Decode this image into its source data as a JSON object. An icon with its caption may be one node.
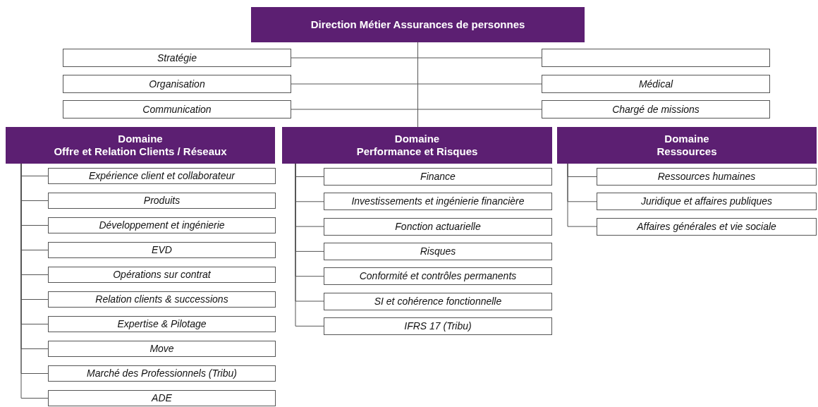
{
  "diagram": {
    "nodes": [
      {
        "text": [
          "Direction Métier Assurances de personnes"
        ]
      },
      {
        "text": [
          "Stratégie"
        ]
      },
      {
        "text": [],
        "shape": "box"
      },
      {
        "text": [
          "Organisation"
        ]
      },
      {
        "text": [
          "Médical"
        ]
      },
      {
        "text": [
          "Communication"
        ]
      },
      {
        "text": [
          "Chargé de missions"
        ]
      },
      {
        "text": [
          "Domaine",
          "Offre et Relation Clients / Réseaux"
        ]
      },
      {
        "text": [
          "Domaine",
          "Performance et Risques"
        ]
      },
      {
        "text": [
          "Domaine",
          "Ressources"
        ]
      },
      {
        "text": [
          "Expérience client et collaborateur"
        ]
      },
      {
        "text": [
          "Produits"
        ]
      },
      {
        "text": [
          "Développement et ingénierie"
        ]
      },
      {
        "text": [
          "EVD"
        ]
      },
      {
        "text": [
          "Opérations sur contrat"
        ]
      },
      {
        "text": [
          "Relation clients & successions"
        ]
      },
      {
        "text": [
          "Expertise & Pilotage"
        ]
      },
      {
        "text": [
          "Move"
        ]
      },
      {
        "text": [
          "Marché des Professionnels (Tribu)"
        ]
      },
      {
        "text": [
          "ADE"
        ]
      },
      {
        "text": [
          "Finance"
        ]
      },
      {
        "text": [
          "Investissements et ingénierie financière"
        ]
      },
      {
        "text": [
          "Fonction actuarielle"
        ]
      },
      {
        "text": [
          "Risques"
        ]
      },
      {
        "text": [
          "Conformité  et contrôles permanents"
        ]
      },
      {
        "text": [
          "SI et cohérence fonctionnelle"
        ]
      },
      {
        "text": [
          "IFRS 17 (Tribu)"
        ]
      },
      {
        "text": [
          "Ressources humaines"
        ]
      },
      {
        "text": [
          "Juridique et affaires publiques"
        ]
      },
      {
        "text": [
          "Affaires générales et vie sociale"
        ]
      }
    ],
    "edges": [
      {
        "from": 0,
        "to": 1,
        "arrow": "none"
      },
      {
        "from": 0,
        "to": 2,
        "arrow": "none"
      },
      {
        "from": 0,
        "to": 3,
        "arrow": "none"
      },
      {
        "from": 0,
        "to": 4,
        "arrow": "none"
      },
      {
        "from": 0,
        "to": 5,
        "arrow": "none"
      },
      {
        "from": 0,
        "to": 6,
        "arrow": "none"
      },
      {
        "from": 0,
        "to": 8,
        "arrow": "none"
      },
      {
        "from": 7,
        "to": 10,
        "arrow": "none"
      },
      {
        "from": 7,
        "to": 11,
        "arrow": "none"
      },
      {
        "from": 7,
        "to": 12,
        "arrow": "none"
      },
      {
        "from": 7,
        "to": 13,
        "arrow": "none"
      },
      {
        "from": 7,
        "to": 14,
        "arrow": "none"
      },
      {
        "from": 7,
        "to": 15,
        "arrow": "none"
      },
      {
        "from": 7,
        "to": 16,
        "arrow": "none"
      },
      {
        "from": 7,
        "to": 17,
        "arrow": "none"
      },
      {
        "from": 7,
        "to": 18,
        "arrow": "none"
      },
      {
        "from": 7,
        "to": 19,
        "arrow": "none"
      },
      {
        "from": 8,
        "to": 20,
        "arrow": "none"
      },
      {
        "from": 8,
        "to": 21,
        "arrow": "none"
      },
      {
        "from": 8,
        "to": 22,
        "arrow": "none"
      },
      {
        "from": 8,
        "to": 23,
        "arrow": "none"
      },
      {
        "from": 8,
        "to": 24,
        "arrow": "none"
      },
      {
        "from": 8,
        "to": 25,
        "arrow": "none"
      },
      {
        "from": 8,
        "to": 26,
        "arrow": "none"
      },
      {
        "from": 9,
        "to": 27,
        "arrow": "none"
      },
      {
        "from": 9,
        "to": 28,
        "arrow": "none"
      },
      {
        "from": 9,
        "to": 29,
        "arrow": "none"
      }
    ]
  }
}
